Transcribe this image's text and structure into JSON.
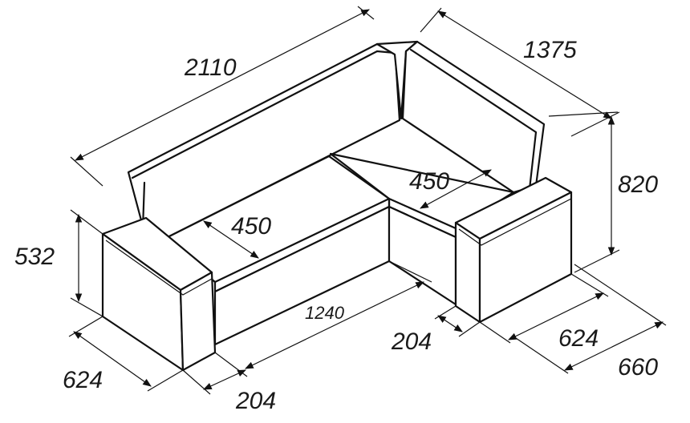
{
  "dimensions": {
    "total_length": "2110",
    "side_length": "1375",
    "back_height": "820",
    "seat_depth_left": "450",
    "seat_depth_right": "450",
    "armrest_height": "532",
    "inner_length": "1240",
    "armrest_width_left": "204",
    "armrest_width_right": "204",
    "armrest_depth_left": "624",
    "armrest_depth_right": "624",
    "overall_depth": "660"
  },
  "colors": {
    "line": "#111111",
    "background": "#ffffff"
  }
}
